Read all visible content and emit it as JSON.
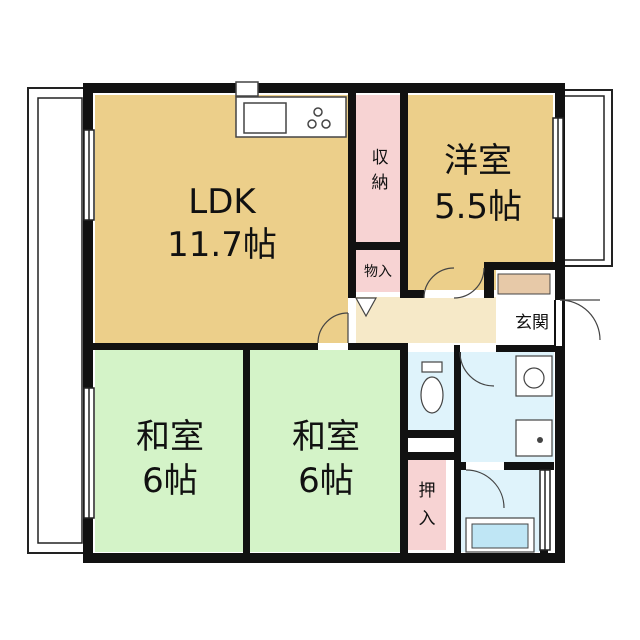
{
  "floorplan": {
    "rooms": {
      "ldk": {
        "name": "LDK",
        "size": "11.7帖",
        "color": "#eccf8a"
      },
      "yoshitsu": {
        "name": "洋室",
        "size": "5.5帖",
        "color": "#eccf8a"
      },
      "washitsu_left": {
        "name": "和室",
        "size": "6帖",
        "color": "#d4f3c8"
      },
      "washitsu_right": {
        "name": "和室",
        "size": "6帖",
        "color": "#d4f3c8"
      },
      "shuno": {
        "name_line1": "収",
        "name_line2": "納",
        "color": "#f7d3d3"
      },
      "monoire": {
        "name": "物入",
        "color": "#f7d3d3"
      },
      "oshiire": {
        "name_line1": "押",
        "name_line2": "入",
        "color": "#f7d3d3"
      },
      "genkan": {
        "name": "玄関",
        "color": "#ffffff"
      },
      "hallway": {
        "color": "#f6e9c8"
      },
      "wet_area": {
        "color": "#dff3fb"
      }
    },
    "colors": {
      "wall": "#111111",
      "balcony": "#ffffff",
      "fixture_line": "#555555"
    }
  }
}
